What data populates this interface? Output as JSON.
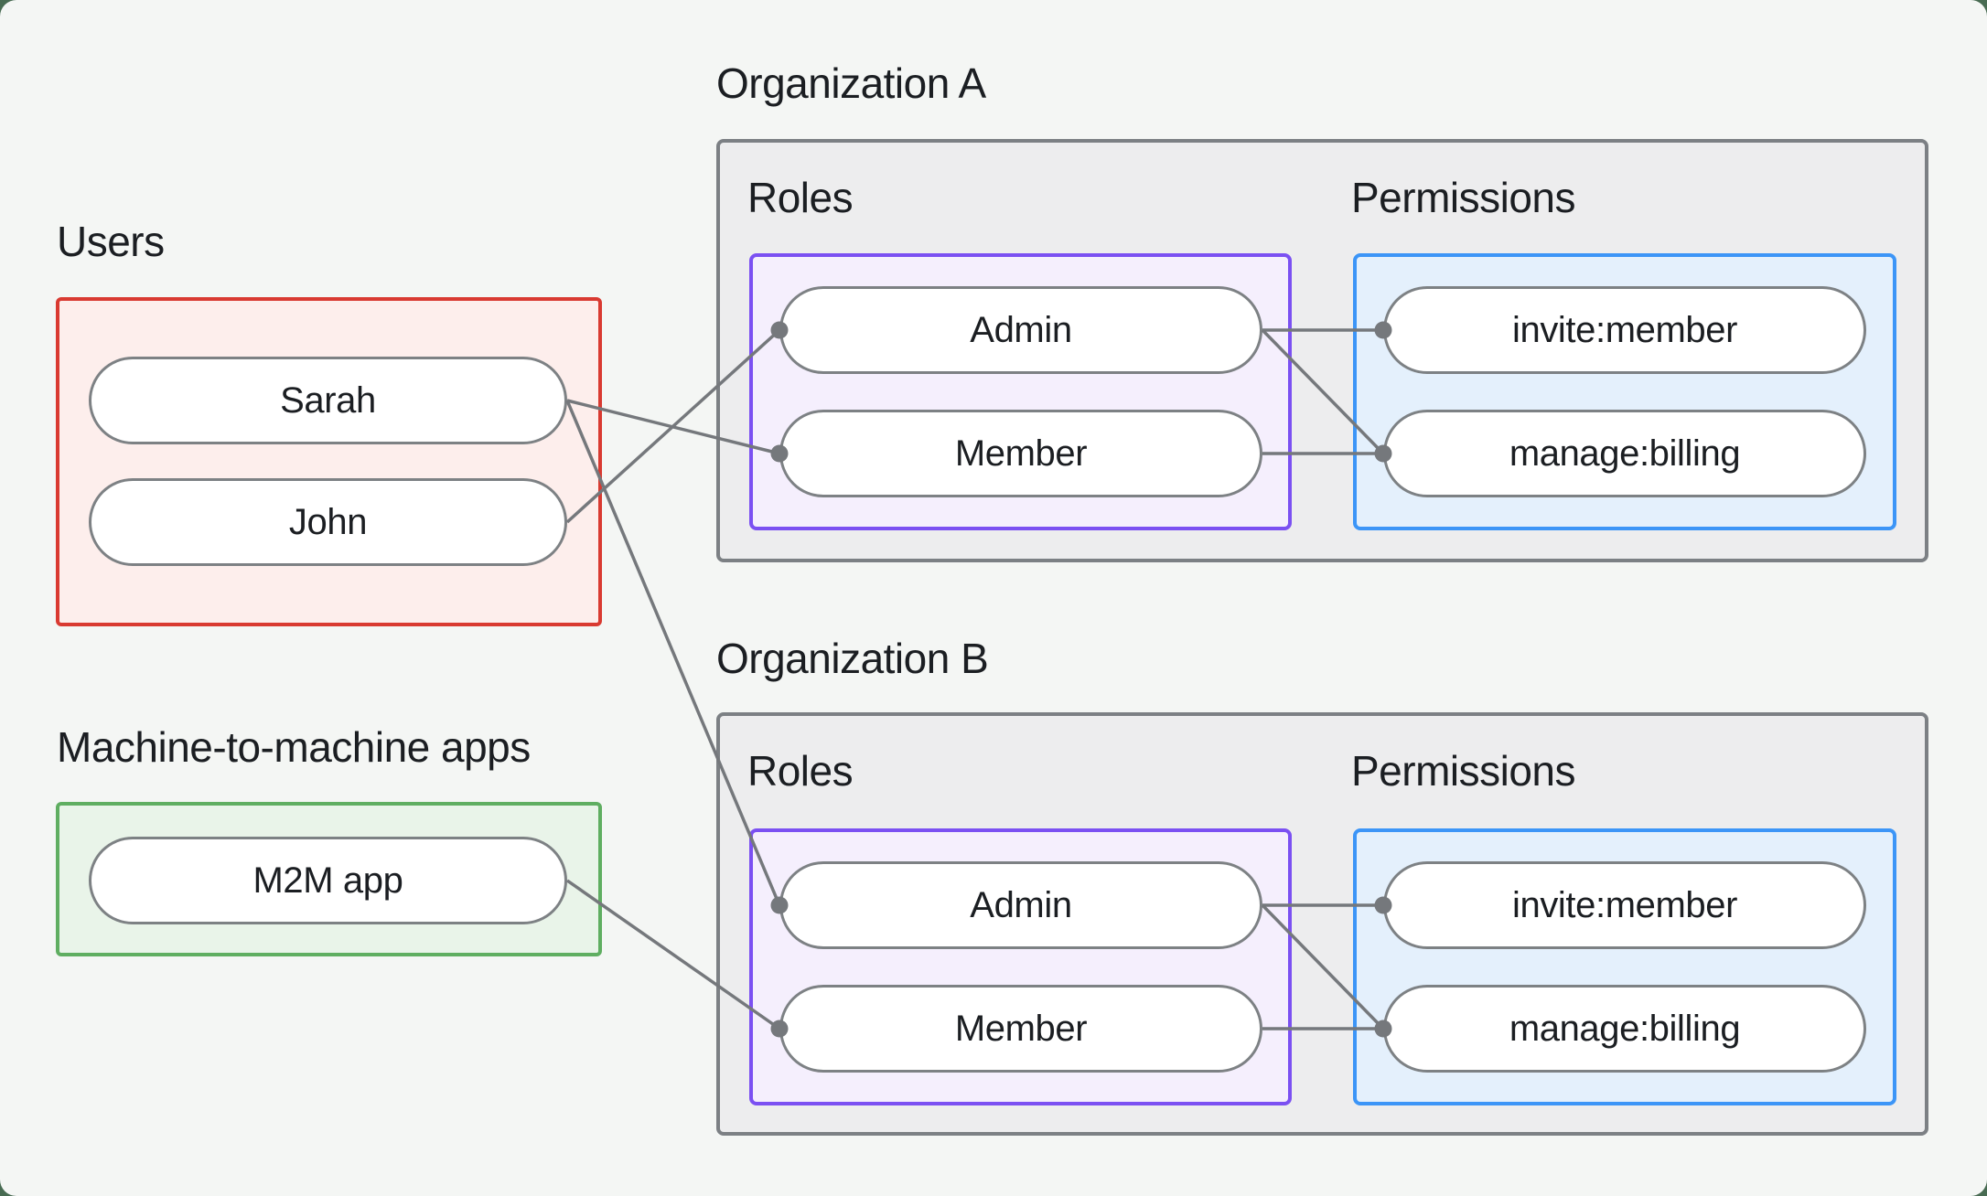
{
  "page": {
    "background": "#f4f6f4",
    "outer_background": "#486b52"
  },
  "users": {
    "title": "Users",
    "members": [
      "Sarah",
      "John"
    ]
  },
  "m2m": {
    "title": "Machine-to-machine apps",
    "members": [
      "M2M app"
    ]
  },
  "org_a": {
    "title": "Organization A",
    "roles_title": "Roles",
    "permissions_title": "Permissions",
    "roles": [
      "Admin",
      "Member"
    ],
    "permissions": [
      "invite:member",
      "manage:billing"
    ]
  },
  "org_b": {
    "title": "Organization B",
    "roles_title": "Roles",
    "permissions_title": "Permissions",
    "roles": [
      "Admin",
      "Member"
    ],
    "permissions": [
      "invite:member",
      "manage:billing"
    ]
  },
  "connections": [
    {
      "from": "Sarah",
      "to": "Organization A / Member"
    },
    {
      "from": "Sarah",
      "to": "Organization B / Admin"
    },
    {
      "from": "John",
      "to": "Organization A / Admin"
    },
    {
      "from": "M2M app",
      "to": "Organization B / Member"
    },
    {
      "from": "Organization A / Admin",
      "to": "Organization A / invite:member"
    },
    {
      "from": "Organization A / Admin",
      "to": "Organization A / manage:billing"
    },
    {
      "from": "Organization A / Member",
      "to": "Organization A / manage:billing"
    },
    {
      "from": "Organization B / Admin",
      "to": "Organization B / invite:member"
    },
    {
      "from": "Organization B / Admin",
      "to": "Organization B / manage:billing"
    },
    {
      "from": "Organization B / Member",
      "to": "Organization B / manage:billing"
    }
  ],
  "colors": {
    "users_border": "#d93a31",
    "users_fill": "#fdeeec",
    "m2m_border": "#5fae61",
    "m2m_fill": "#e9f4e9",
    "org_border": "#7c8084",
    "org_fill": "#ededee",
    "roles_border": "#7b50f2",
    "roles_fill": "#f5effd",
    "permissions_border": "#3c95f7",
    "permissions_fill": "#e4f0fc",
    "node_border": "#7d8184",
    "node_fill": "#ffffff",
    "edge": "#75787c",
    "text": "#1b1e22"
  }
}
